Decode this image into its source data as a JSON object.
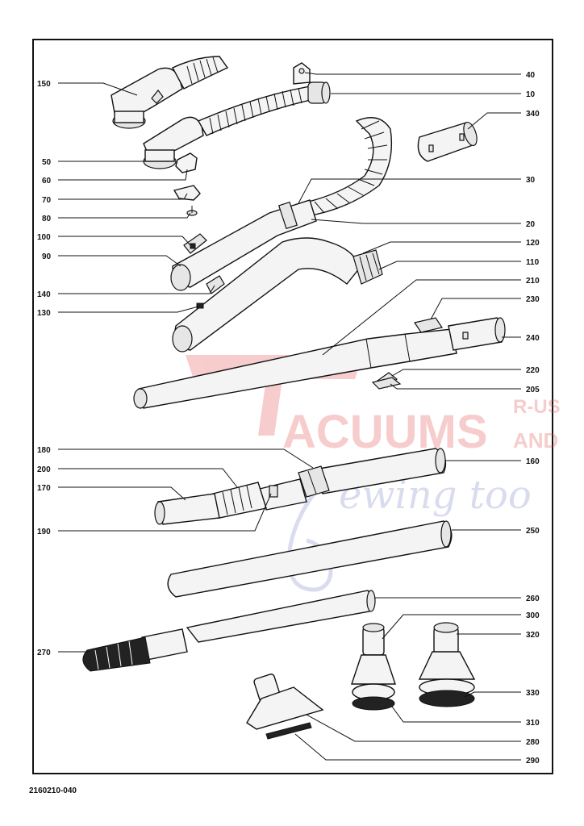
{
  "drawing_number": "2160210-040",
  "watermark": {
    "brand": "ACUUMS",
    "corner_top": "R-US",
    "corner_bottom": "AND",
    "script": "ewing too",
    "color": "#e24a4a",
    "script_color": "#7a82c8"
  },
  "part_labels": {
    "150": "150",
    "50": "50",
    "60": "60",
    "70": "70",
    "80": "80",
    "100": "100",
    "90": "90",
    "140": "140",
    "130": "130",
    "40": "40",
    "10": "10",
    "340": "340",
    "30": "30",
    "20": "20",
    "120": "120",
    "110": "110",
    "210": "210",
    "230": "230",
    "240": "240",
    "220": "220",
    "205": "205",
    "180": "180",
    "200": "200",
    "170": "170",
    "190": "190",
    "160": "160",
    "250": "250",
    "260": "260",
    "270": "270",
    "300": "300",
    "320": "320",
    "330": "330",
    "310": "310",
    "280": "280",
    "290": "290"
  }
}
